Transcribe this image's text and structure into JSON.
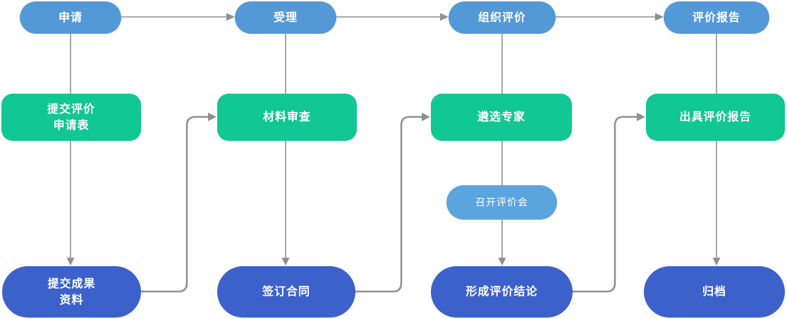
{
  "flowchart": {
    "stages": [
      {
        "phase": "申请",
        "action": "提交评价\n申请表",
        "task": "提交成果\n资料"
      },
      {
        "phase": "受理",
        "action": "材料审查",
        "task": "签订合同"
      },
      {
        "phase": "组织评价",
        "action": "遴选专家",
        "sub_step": "召开评价会",
        "task": "形成评价结论"
      },
      {
        "phase": "评价报告",
        "action": "出具评价报告",
        "task": "归档"
      }
    ],
    "colors": {
      "phase_pill": "#5499d7",
      "action_box": "#11c793",
      "task_pill": "#3d61cb",
      "sub_pill": "#5ba5df",
      "connector": "#8f8f8f",
      "text": "#ffffff",
      "background": "#ffffff"
    }
  }
}
